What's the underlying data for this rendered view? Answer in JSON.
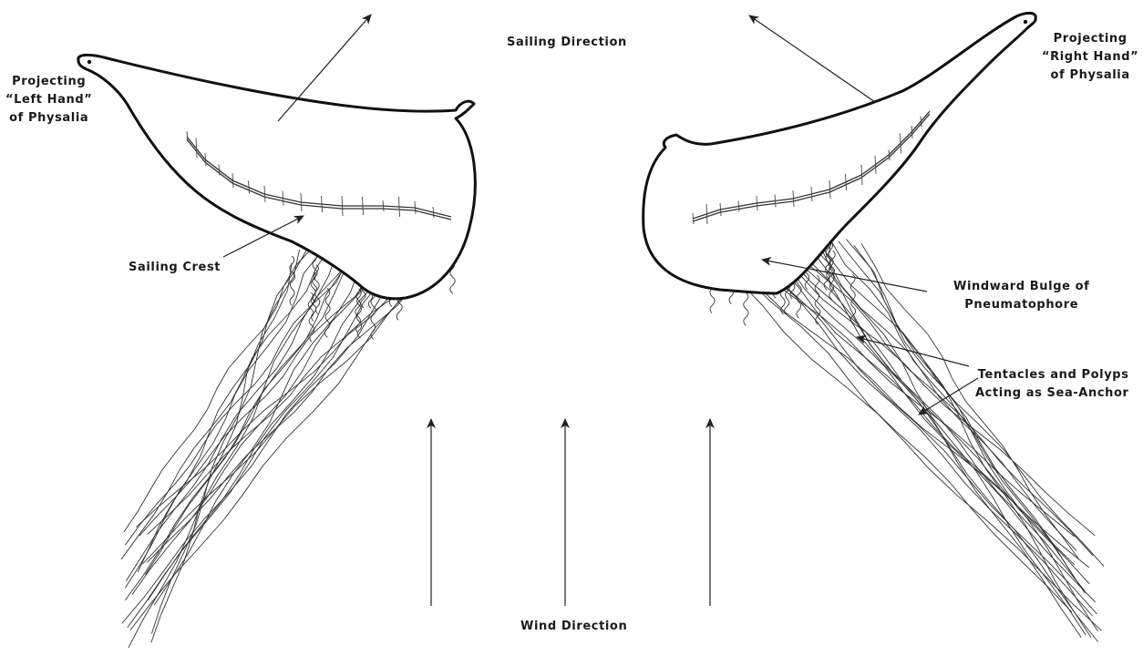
{
  "labels": {
    "sailing_direction": "Sailing Direction",
    "wind_direction": "Wind Direction",
    "left_hand": [
      "Projecting",
      "“Left Hand”",
      "of Physalia"
    ],
    "right_hand": [
      "Projecting",
      "“Right Hand”",
      "of Physalia"
    ],
    "sailing_crest": "Sailing Crest",
    "windward_bulge": [
      "Windward Bulge of",
      "Pneumatophore"
    ],
    "tentacles": [
      "Tentacles and Polyps",
      "Acting as Sea-Anchor"
    ]
  },
  "colors": {
    "ink": "#111111",
    "background": "#ffffff"
  }
}
